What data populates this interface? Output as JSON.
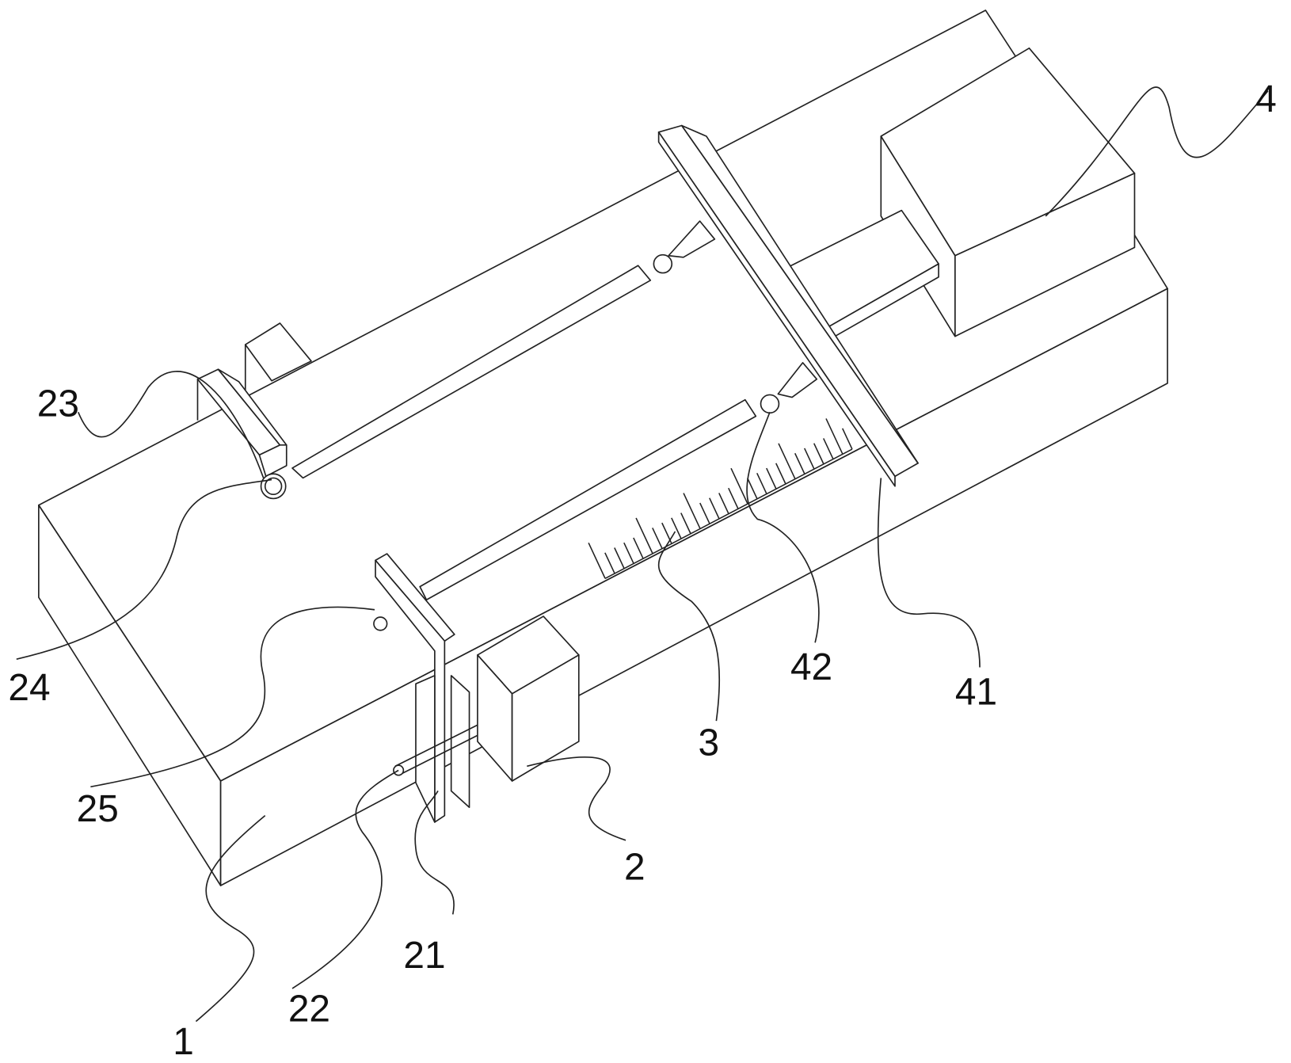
{
  "figure": {
    "labels": [
      {
        "id": "4",
        "text": "4"
      },
      {
        "id": "23",
        "text": "23"
      },
      {
        "id": "24",
        "text": "24"
      },
      {
        "id": "25",
        "text": "25"
      },
      {
        "id": "1",
        "text": "1"
      },
      {
        "id": "22",
        "text": "22"
      },
      {
        "id": "21",
        "text": "21"
      },
      {
        "id": "2",
        "text": "2"
      },
      {
        "id": "3",
        "text": "3"
      },
      {
        "id": "42",
        "text": "42"
      },
      {
        "id": "41",
        "text": "41"
      }
    ],
    "line_color": "#222222",
    "background": "#ffffff"
  }
}
